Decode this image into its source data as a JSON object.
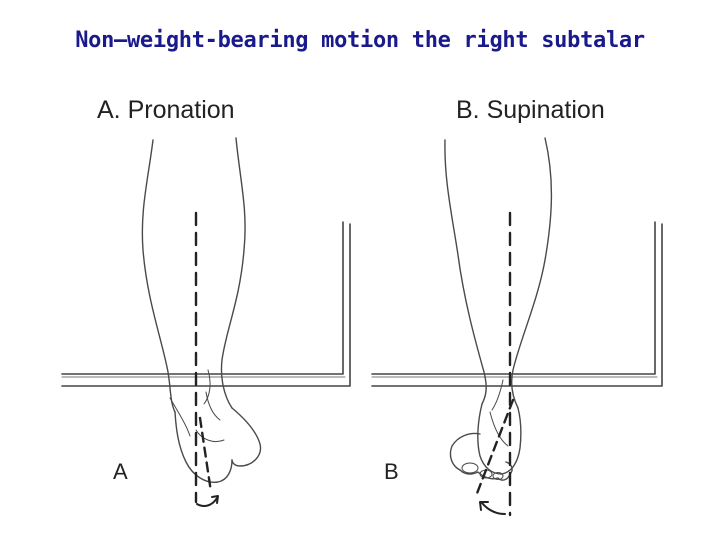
{
  "title": "Non–weight-bearing motion the right subtalar",
  "panels": [
    {
      "heading": "A. Pronation",
      "letter": "A"
    },
    {
      "heading": "B. Supination",
      "letter": "B"
    }
  ],
  "colors": {
    "title": "#1a1a8c",
    "line": "#2a2a2a",
    "ink": "#4a4a4a"
  }
}
